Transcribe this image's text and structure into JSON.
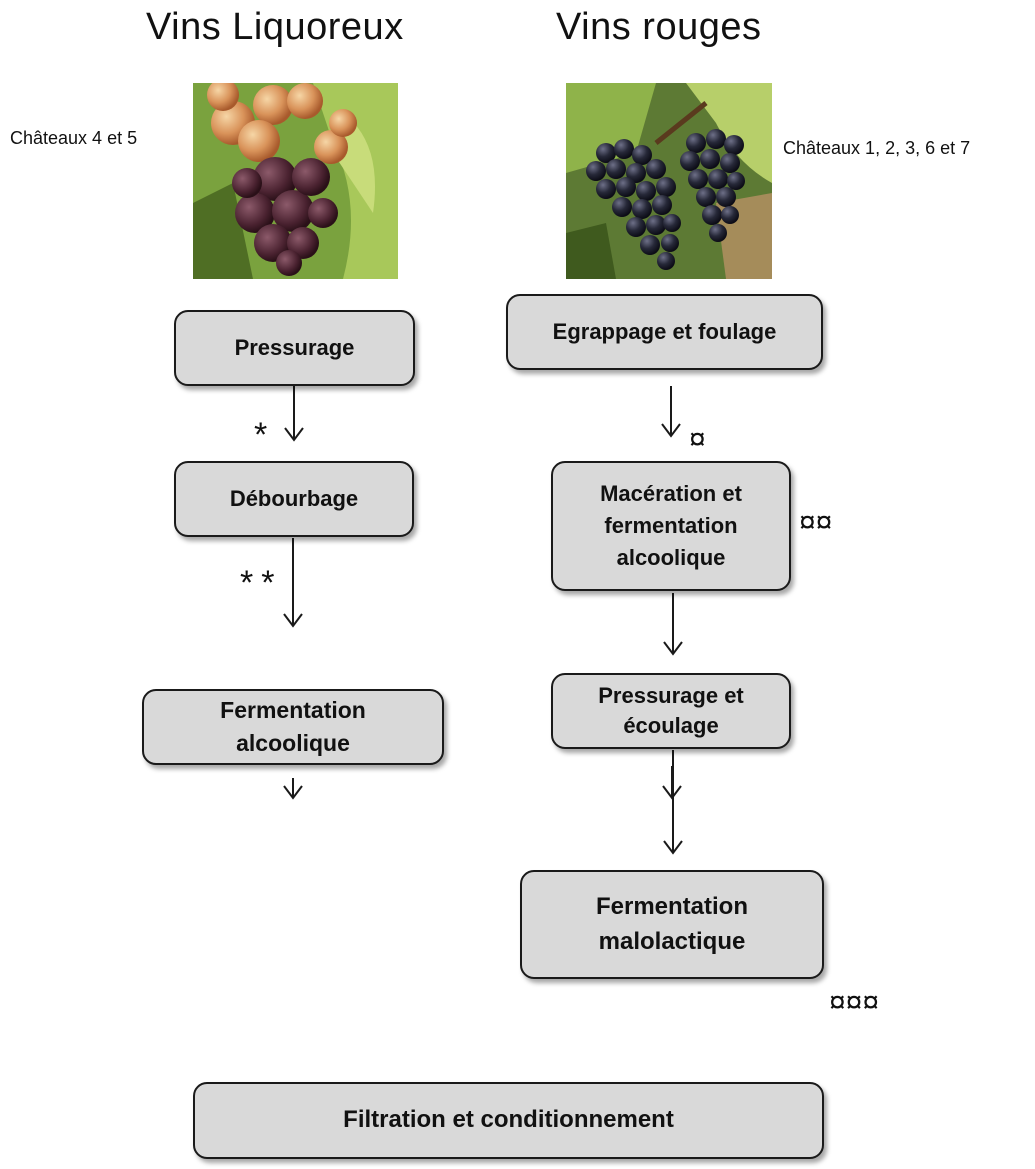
{
  "columns": {
    "liquoreux": {
      "title": "Vins Liquoreux",
      "chateaux": "Châteaux 4 et 5",
      "photo_icon": "botrytised-white-grapes-photo",
      "steps": {
        "pressurage": "Pressurage",
        "debourbage": "Débourbage",
        "fermentation": "Fermentation alcoolique"
      },
      "markers": {
        "after_pressurage": "*",
        "after_debourbage": "**"
      }
    },
    "rouges": {
      "title": "Vins rouges",
      "chateaux": "Châteaux 1, 2, 3, 6 et 7",
      "photo_icon": "red-grape-cluster-photo",
      "steps": {
        "egrappage": "Egrappage et foulage",
        "maceration_line1": "Macération et",
        "maceration_line2": "fermentation",
        "maceration_line3": "alcoolique",
        "pressurage_line1": "Pressurage et",
        "pressurage_line2": "écoulage",
        "malolactique_line1": "Fermentation",
        "malolactique_line2": "malolactique"
      },
      "markers": {
        "after_egrappage": "¤",
        "maceration": "¤¤",
        "after_malolactique": "¤¤¤"
      }
    }
  },
  "final_step": "Filtration et conditionnement"
}
